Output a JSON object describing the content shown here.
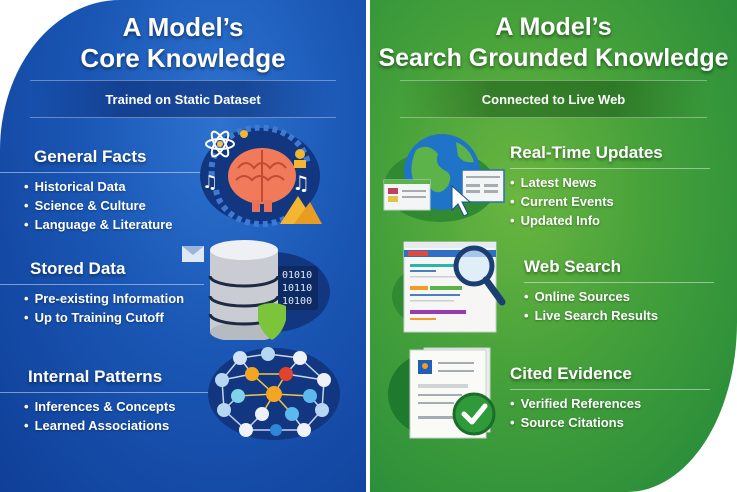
{
  "left_panel": {
    "title_line1": "A Model’s",
    "title_line2": "Core Knowledge",
    "subtitle": "Trained on Static Dataset",
    "color": "#1a56b4",
    "sections": [
      {
        "title": "General Facts",
        "icon": "brain-icon",
        "bullets": [
          "Historical Data",
          "Science & Culture",
          "Language & Literature"
        ]
      },
      {
        "title": "Stored Data",
        "icon": "database-icon",
        "binary": [
          "01010",
          "10110",
          "10100"
        ],
        "bullets": [
          "Pre-existing Information",
          "Up to Training Cutoff"
        ]
      },
      {
        "title": "Internal Patterns",
        "icon": "neural-network-icon",
        "bullets": [
          "Inferences & Concepts",
          "Learned Associations"
        ]
      }
    ]
  },
  "right_panel": {
    "title_line1": "A Model’s",
    "title_line2": "Search Grounded Knowledge",
    "subtitle": "Connected to Live Web",
    "color": "#44a03a",
    "sections": [
      {
        "title": "Real-Time Updates",
        "icon": "globe-icon",
        "bullets": [
          "Latest News",
          "Current Events",
          "Updated Info"
        ]
      },
      {
        "title": "Web Search",
        "icon": "magnifier-icon",
        "bullets": [
          "Online Sources",
          "Live Search Results"
        ]
      },
      {
        "title": "Cited Evidence",
        "icon": "checkmark-document-icon",
        "bullets": [
          "Verified References",
          "Source Citations"
        ]
      }
    ]
  }
}
